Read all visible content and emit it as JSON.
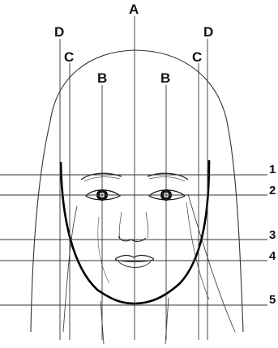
{
  "vertical_guides": [
    {
      "id": "A",
      "label": "A"
    },
    {
      "id": "B-left",
      "label": "B"
    },
    {
      "id": "B-right",
      "label": "B"
    },
    {
      "id": "C-left",
      "label": "C"
    },
    {
      "id": "C-right",
      "label": "C"
    },
    {
      "id": "D-left",
      "label": "D"
    },
    {
      "id": "D-right",
      "label": "D"
    }
  ],
  "horizontal_guides": [
    {
      "id": "1",
      "label": "1"
    },
    {
      "id": "2",
      "label": "2"
    },
    {
      "id": "3",
      "label": "3"
    },
    {
      "id": "4",
      "label": "4"
    },
    {
      "id": "5",
      "label": "5"
    }
  ],
  "colors": {
    "ink": "#111111",
    "guide": "#333333",
    "background": "#ffffff"
  }
}
